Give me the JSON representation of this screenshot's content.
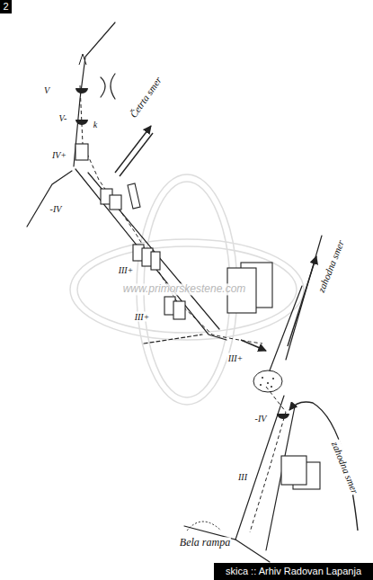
{
  "diagram": {
    "labels": [
      "2",
      "V",
      "V-",
      "k",
      "IV+",
      "Četrta smer",
      "-IV",
      "III+",
      "III+",
      "www.primorskestene.com",
      "zahodna smer",
      "III+",
      "-IV",
      "III",
      "zahodna smer",
      "Bela rampa",
      "skica :: Arhiv Radovan Lapanja"
    ]
  }
}
